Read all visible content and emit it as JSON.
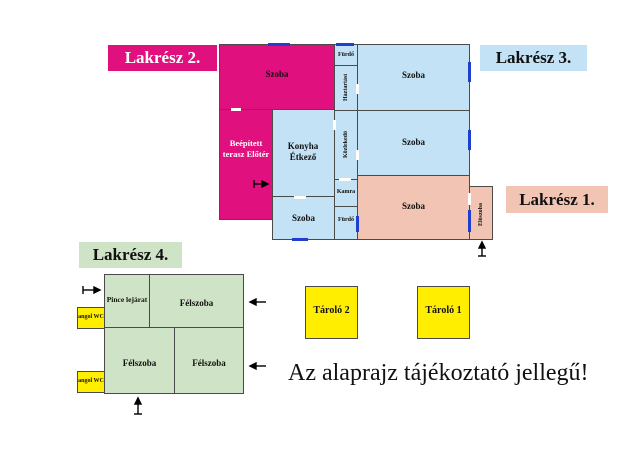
{
  "parts": {
    "p1": "Lakrész 1.",
    "p2": "Lakrész 2.",
    "p3": "Lakrész 3.",
    "p4": "Lakrész 4."
  },
  "rooms": {
    "szoba_pink": "Szoba",
    "beepitett": "Beépített terasz Előtér",
    "konyha": "Konyha Étkező",
    "szoba_small": "Szoba",
    "furdo_top": "Fürdő",
    "haztartasi": "Háztartási",
    "kozlekedo": "Közlekedő",
    "kamra": "Kamra",
    "furdo_bottom": "Fürdő",
    "szoba3_top": "Szoba",
    "szoba3_mid": "Szoba",
    "szoba1": "Szoba",
    "eloszoba": "Előszoba",
    "pince": "Pince lejárat",
    "felszoba1": "Félszoba",
    "felszoba2": "Félszoba",
    "felszoba3": "Félszoba",
    "wc1": "angol WC",
    "wc2": "angol WC",
    "tarolo2": "Tároló 2",
    "tarolo1": "Tároló 1"
  },
  "note": "Az alaprajz tájékoztató jellegű!",
  "colors": {
    "magenta": "#e0117f",
    "light_blue": "#c3e2f5",
    "salmon": "#f2c4b3",
    "sage": "#cfe3c7",
    "yellow": "#ffee00",
    "door_blue": "#1e3fd0"
  }
}
